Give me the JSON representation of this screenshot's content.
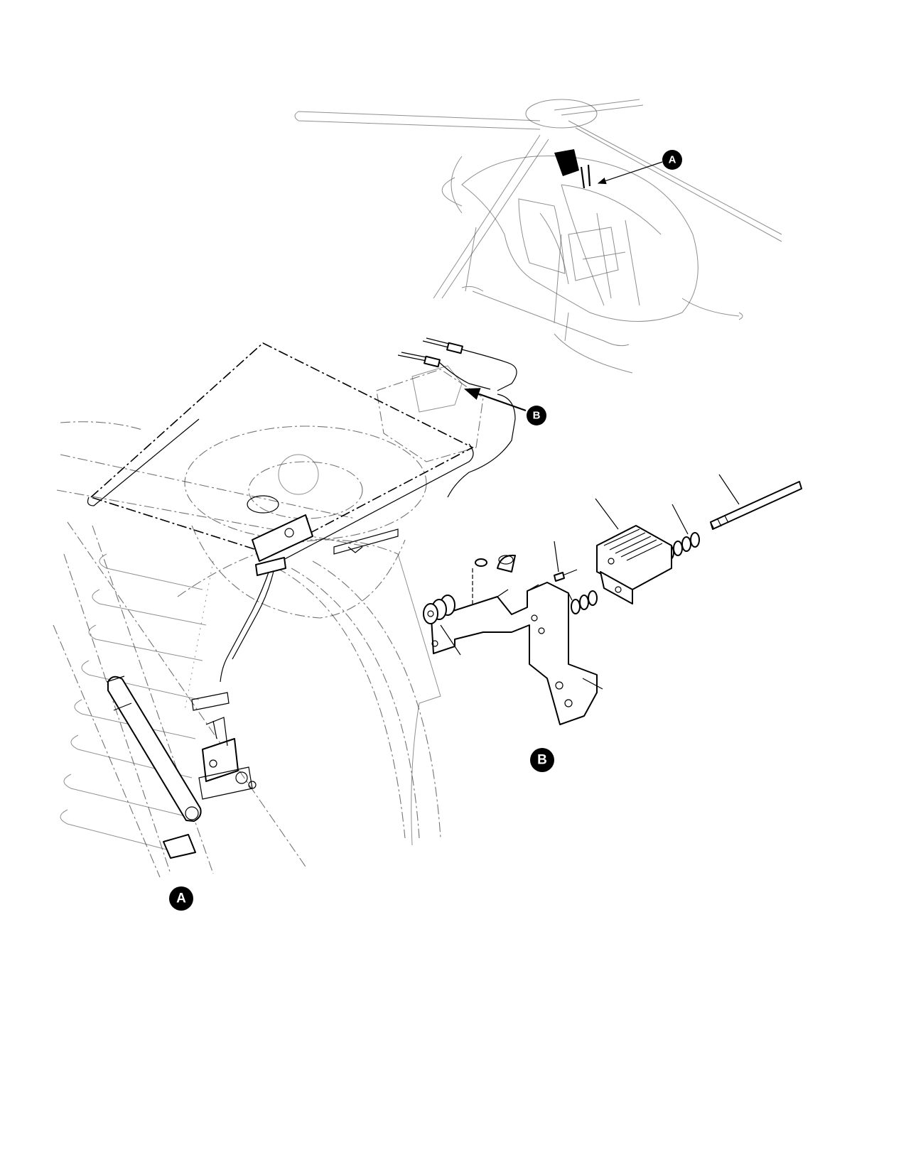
{
  "figure": {
    "detail_labels": {
      "a": "A",
      "b": "B"
    },
    "views": [
      {
        "id": "helicopter-overview",
        "callout": "A"
      },
      {
        "id": "detail-a",
        "label": "A"
      },
      {
        "id": "detail-b",
        "label": "B"
      }
    ],
    "callout_colors": {
      "fill": "#000000",
      "text": "#ffffff"
    }
  }
}
